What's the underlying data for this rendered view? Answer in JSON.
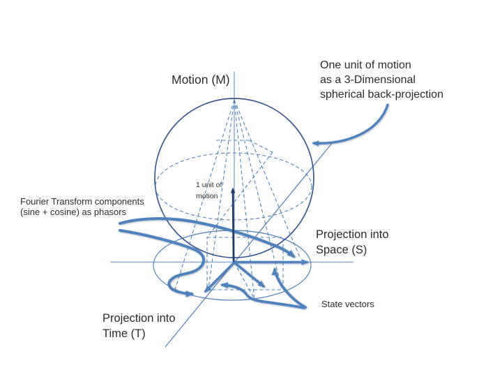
{
  "slide": {
    "background": "#ffffff"
  },
  "labels": {
    "motion": "Motion (M)",
    "back_projection": [
      "One unit of motion",
      "as a 3-Dimensional",
      "spherical back-projection"
    ],
    "fourier": [
      "Fourier Transform components",
      "(sine + cosine) as phasors"
    ],
    "unit_vector": [
      "1 unit of",
      "motion"
    ],
    "space": [
      "Projection into",
      "Space (S)"
    ],
    "time": [
      "Projection into",
      "Time (T)"
    ],
    "state_vectors": "State vectors"
  },
  "colors": {
    "accent": "#4f81bd",
    "sphere_outline": "#3a5795",
    "dashed": "#4f81bd",
    "axis": "#8aa9d3",
    "diagonal_axis": "#5b84c0",
    "unit_vector": "#1f3864",
    "text": "#2b2b2b"
  }
}
